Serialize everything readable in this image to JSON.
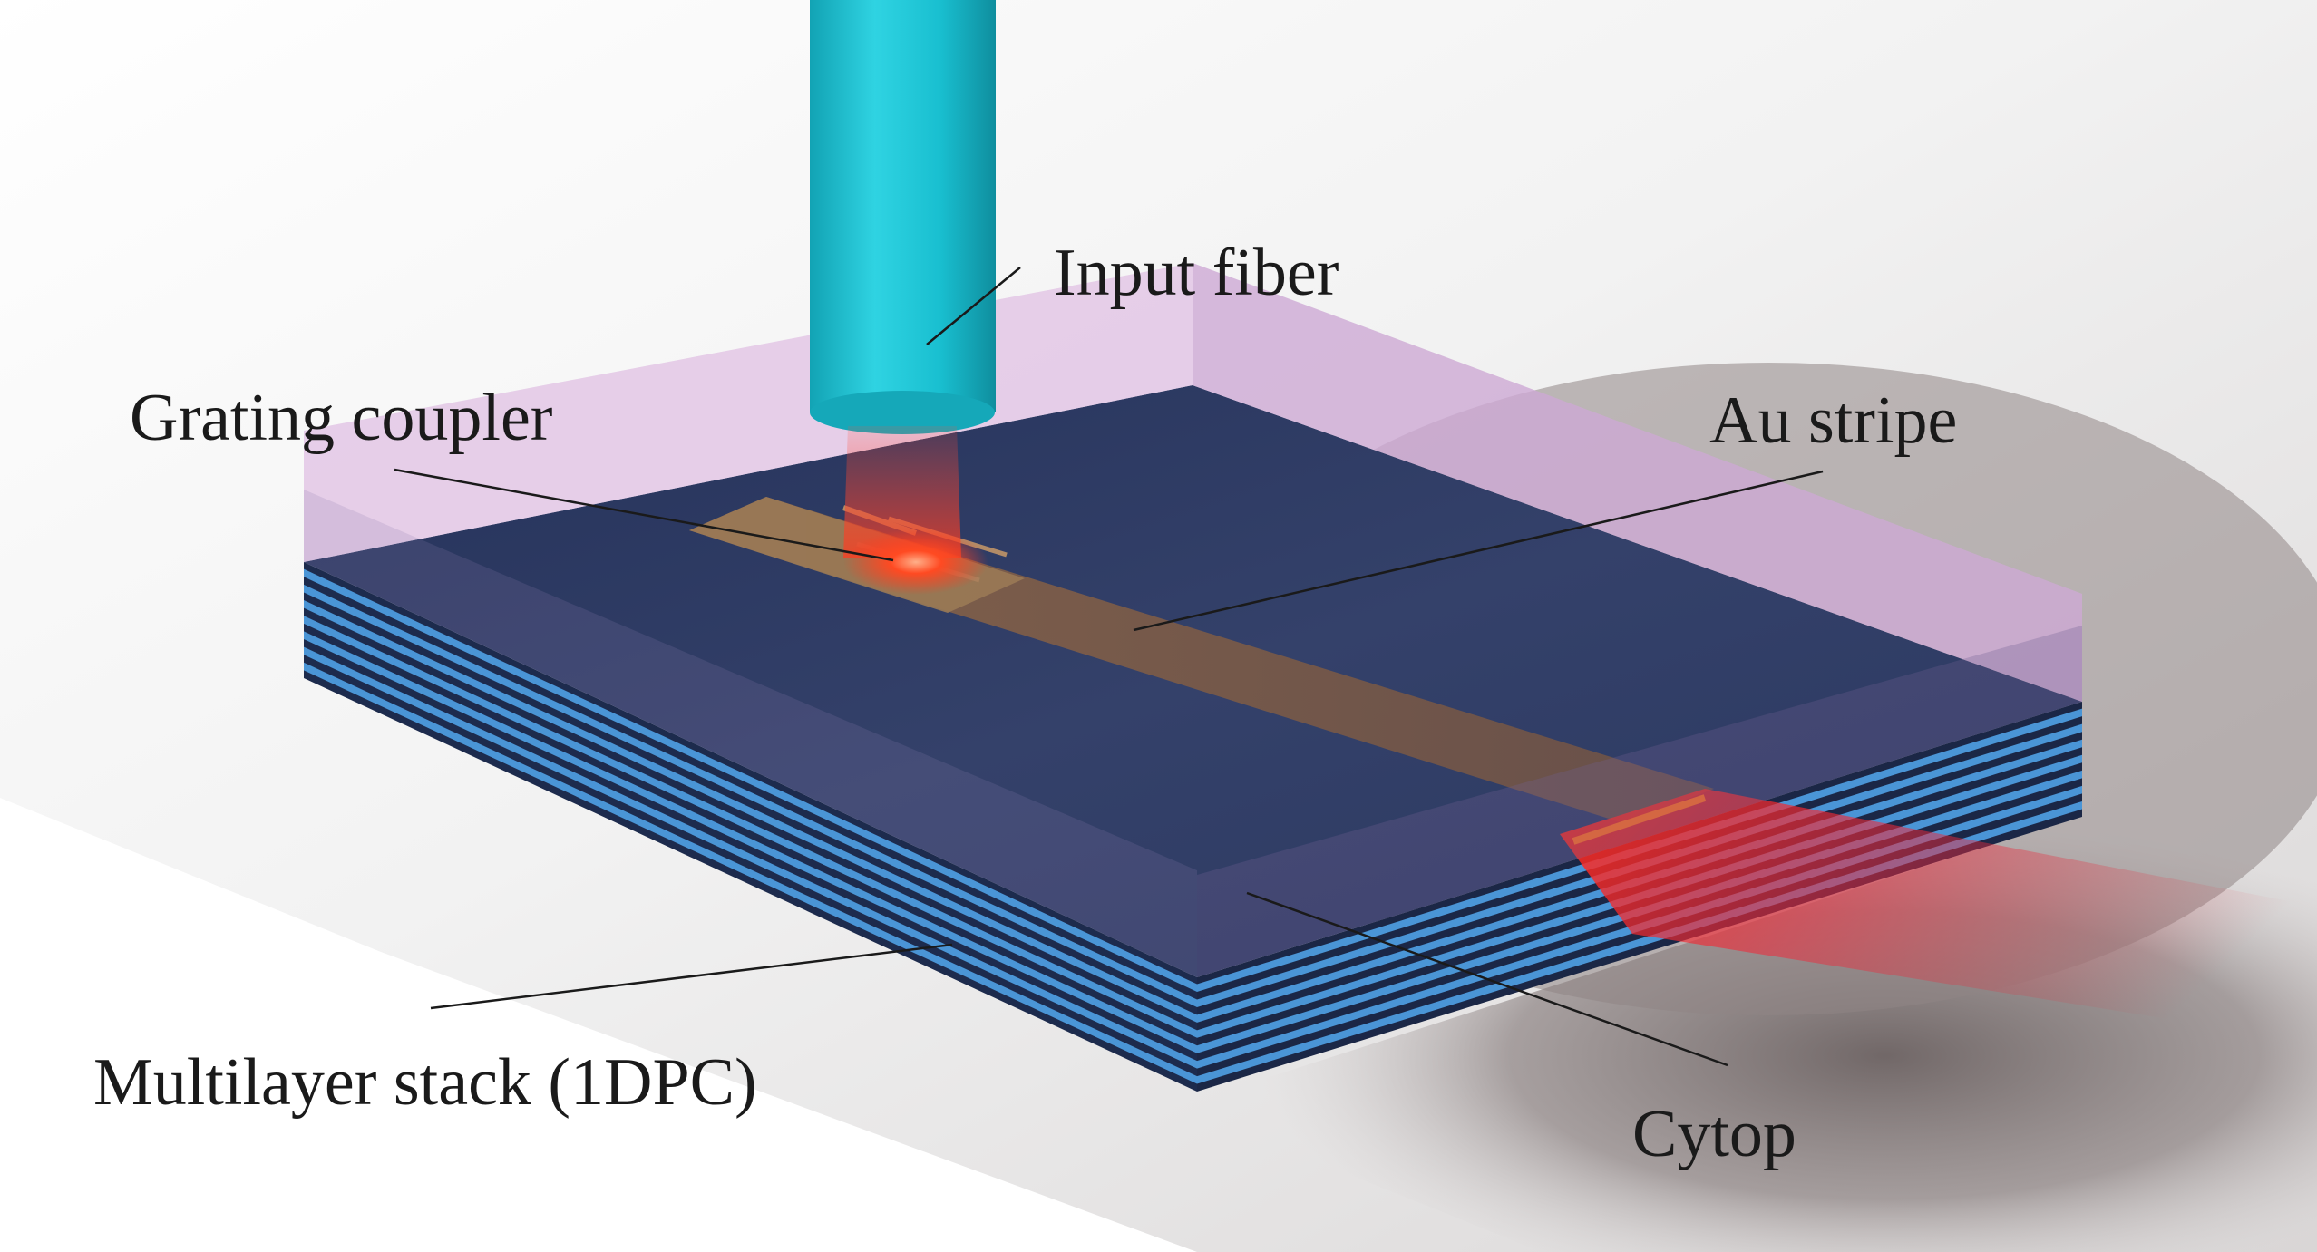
{
  "labels": {
    "input_fiber": "Input fiber",
    "grating_coupler": "Grating coupler",
    "au_stripe": "Au stripe",
    "multilayer_stack": "Multilayer stack (1DPC)",
    "cytop": "Cytop"
  },
  "colors": {
    "background_light": "#f4f4f4",
    "background_shade": "#9a9595",
    "fiber": "#19bfd0",
    "cytop_overlay": "#d9b8de",
    "substrate_top": "#2d3a63",
    "layer_light": "#4a95d6",
    "layer_dark": "#1d2b4d",
    "au_stripe": "#7a5a4a",
    "light_spot": "#ff3b1f",
    "leader_line": "#1a1a1a"
  },
  "multilayer": {
    "layer_pairs": 7
  }
}
